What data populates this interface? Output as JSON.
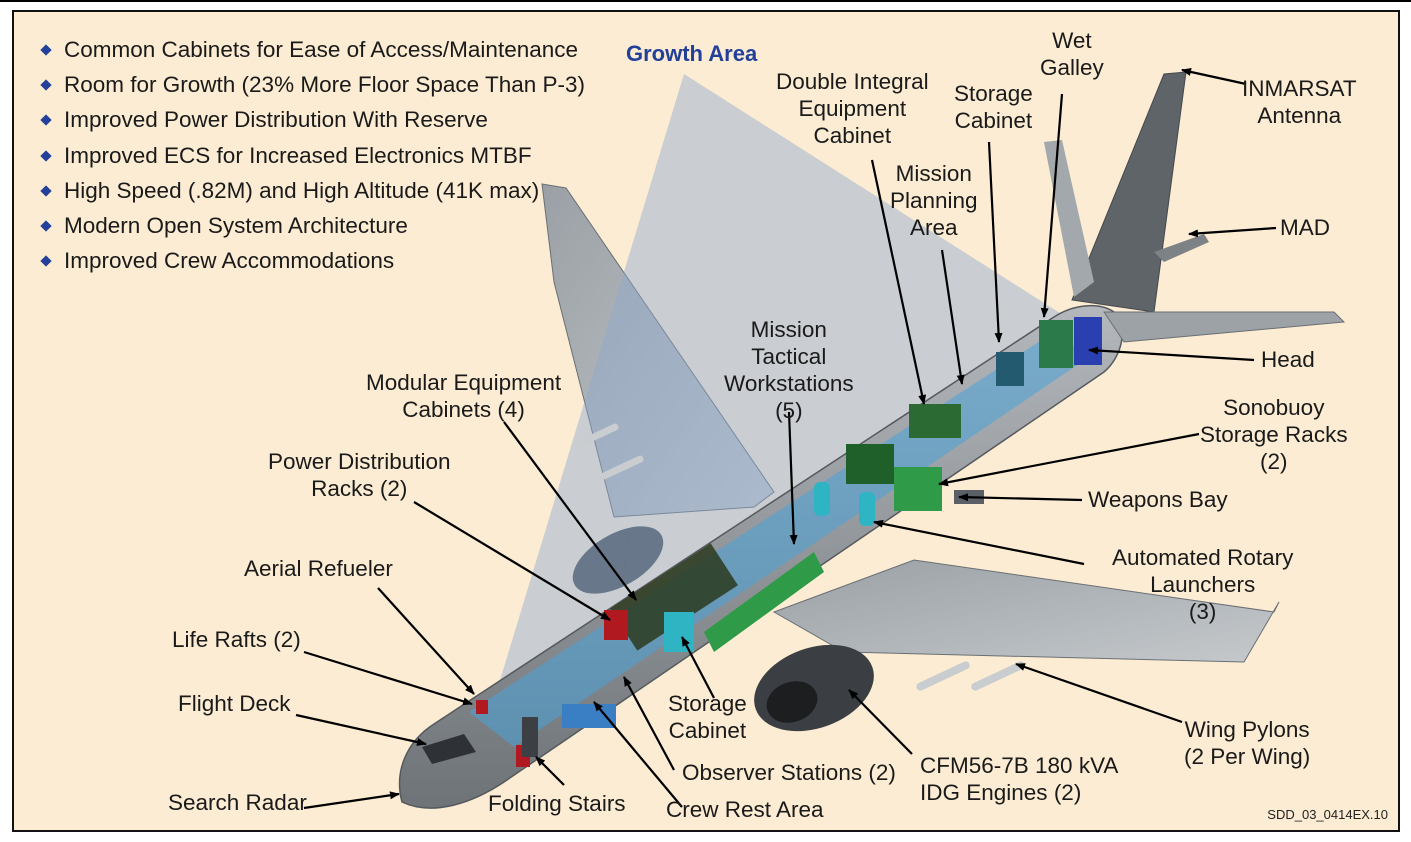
{
  "colors": {
    "background": "#fbecd3",
    "bullet": "#23409a",
    "growth_area_text": "#22409a",
    "fuselage": "#8e9398",
    "cabin_blue": "#4aa3d8",
    "cabinet_green": "#2b6a32",
    "workstation_green": "#2f9a47",
    "rack_red": "#b0191f",
    "growth_cone": "#8ea8cf"
  },
  "features": [
    "Common Cabinets for Ease of Access/Maintenance",
    "Room for Growth (23% More Floor Space Than P-3)",
    "Improved Power Distribution With Reserve",
    "Improved ECS for Increased Electronics MTBF",
    "High Speed (.82M) and High Altitude (41K max)",
    "Modern Open System Architecture",
    "Improved Crew Accommodations"
  ],
  "labels": {
    "growth_area": "Growth Area",
    "double_integral": "Double Integral\nEquipment\nCabinet",
    "storage_cabinet_aft": "Storage\nCabinet",
    "wet_galley": "Wet\nGalley",
    "inmarsat": "INMARSAT\nAntenna",
    "mad": "MAD",
    "mission_planning": "Mission\nPlanning\nArea",
    "mission_tactical": "Mission\nTactical\nWorkstations\n(5)",
    "head": "Head",
    "modular_equipment": "Modular Equipment\nCabinets (4)",
    "sonobuoy": "Sonobuoy\nStorage Racks\n(2)",
    "power_distribution": "Power Distribution\nRacks (2)",
    "weapons_bay": "Weapons Bay",
    "rotary_launchers": "Automated Rotary\nLaunchers\n(3)",
    "aerial_refueler": "Aerial Refueler",
    "life_rafts": "Life Rafts (2)",
    "storage_cabinet_fwd": "Storage\nCabinet",
    "wing_pylons": "Wing Pylons\n(2 Per Wing)",
    "flight_deck": "Flight Deck",
    "observer_stations": "Observer Stations (2)",
    "engines": "CFM56-7B 180 kVA\nIDG Engines (2)",
    "search_radar": "Search Radar",
    "folding_stairs": "Folding Stairs",
    "crew_rest": "Crew Rest Area"
  },
  "footer_code": "SDD_03_0414EX.10"
}
